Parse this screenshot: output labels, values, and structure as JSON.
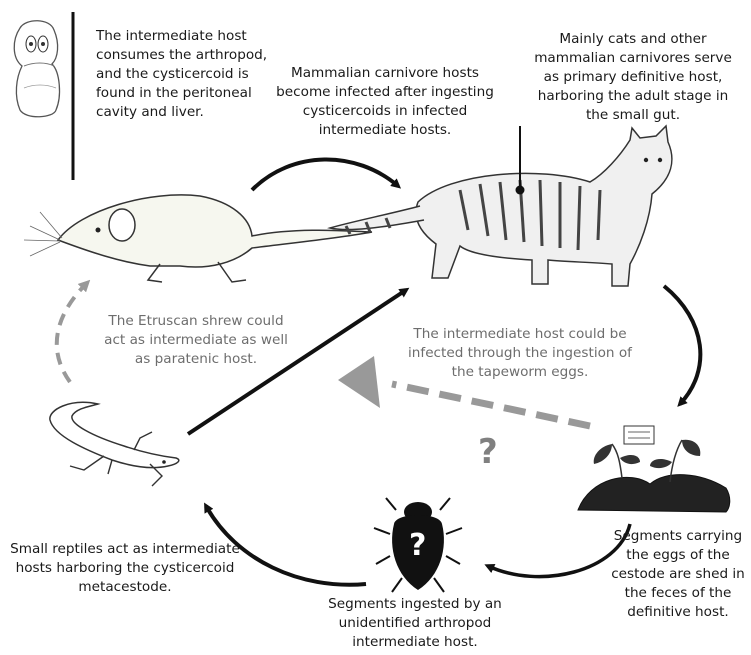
{
  "labels": {
    "cysticercoid_host": "The intermediate host consumes the arthropod, and the cysticercoid is found in the peritoneal cavity and liver.",
    "carnivore_infection": "Mammalian carnivore hosts become infected after ingesting cysticercoids in infected intermediate hosts.",
    "definitive_host": "Mainly cats and other mammalian carnivores serve as primary definitive host, harboring the adult stage in the small gut.",
    "shrew_paratenic": "The Etruscan shrew could act as intermediate as well as paratenic host.",
    "egg_ingestion": "The intermediate host could be infected through the ingestion of the tapeworm eggs.",
    "reptiles": "Small reptiles act as intermediate hosts harboring the cysticercoid metacestode.",
    "arthropod": "Segments ingested by an unidentified arthropod intermediate host.",
    "segments_shed": "Segments carrying the eggs of the cestode are shed in the feces of the definitive host.",
    "unknown_mark": "?",
    "bug_mark": "?"
  },
  "colors": {
    "text": "#1a1a1a",
    "grey_text": "#6d6d6d",
    "arrow": "#111111",
    "dashed_arrow": "#999999"
  },
  "icons": [
    "cysticercoid-larva-icon",
    "shrew-icon",
    "cat-icon",
    "soil-plants-icon",
    "beetle-icon",
    "lizard-icon"
  ]
}
